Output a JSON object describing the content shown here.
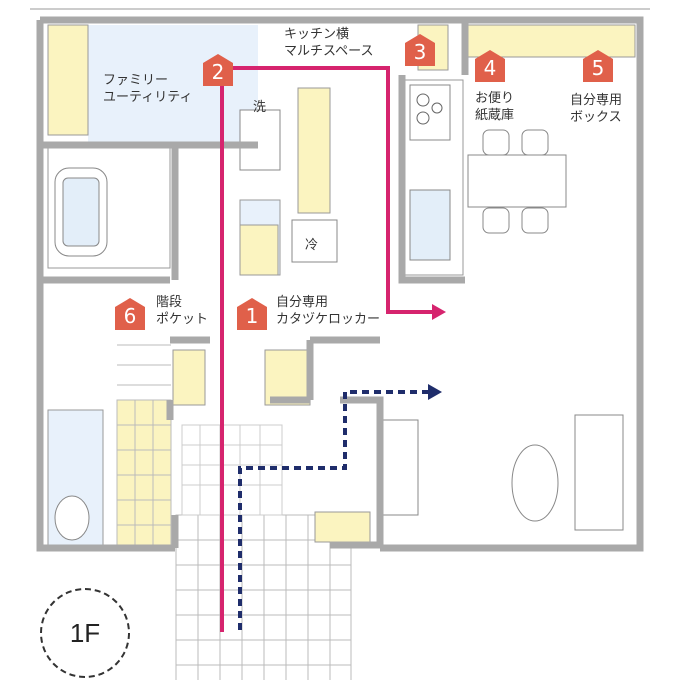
{
  "floor_label": "1F",
  "labels": {
    "utility": [
      "ファミリー",
      "ユーティリティ"
    ],
    "kitchen_space": [
      "キッチン横",
      "マルチスペース"
    ],
    "mail": [
      "お便り",
      "紙蔵庫"
    ],
    "own_box": [
      "自分専用",
      "ボックス"
    ],
    "stair_pocket": [
      "階段",
      "ポケット"
    ],
    "locker": [
      "自分専用",
      "カタヅケロッカー"
    ],
    "washer": "洗",
    "fridge": "冷"
  },
  "badges": [
    "1",
    "2",
    "3",
    "4",
    "5",
    "6"
  ],
  "colors": {
    "badge": "#e0604a",
    "route_pink": "#d6246e",
    "route_navy": "#1f2d6b",
    "storage": "#fbf4c0",
    "wet_area": "#e6f0fa",
    "wall": "#a9a9a9"
  }
}
